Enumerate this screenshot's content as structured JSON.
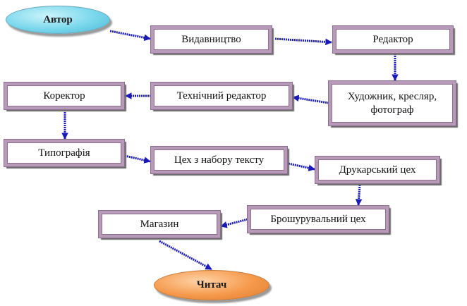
{
  "diagram": {
    "colors": {
      "arrow": "#1a1ab8",
      "box_border": "#b79ab7",
      "start_node": "#79d7ec",
      "end_node": "#f5994b"
    },
    "nodes": {
      "avtor": "Автор",
      "vydavnytstvo": "Видавництво",
      "redaktor": "Редактор",
      "khudozhnyk_line1": "Художник, кресляр,",
      "khudozhnyk_line2": "фотограф",
      "tekh_redaktor": "Технічний редактор",
      "korektor": "Коректор",
      "typohrafiia": "Типографія",
      "tsekh_naboru": "Цех з набору тексту",
      "drukarskyi": "Друкарський цех",
      "broshuruvalnyi": "Брошурувальний цех",
      "mahazyn": "Магазин",
      "chytach": "Читач"
    },
    "edges": [
      {
        "from": "avtor",
        "to": "vydavnytstvo"
      },
      {
        "from": "vydavnytstvo",
        "to": "redaktor"
      },
      {
        "from": "redaktor",
        "to": "khudozhnyk"
      },
      {
        "from": "khudozhnyk",
        "to": "tekh_redaktor"
      },
      {
        "from": "tekh_redaktor",
        "to": "korektor"
      },
      {
        "from": "korektor",
        "to": "typohrafiia"
      },
      {
        "from": "typohrafiia",
        "to": "tsekh_naboru"
      },
      {
        "from": "tsekh_naboru",
        "to": "drukarskyi"
      },
      {
        "from": "drukarskyi",
        "to": "broshuruvalnyi"
      },
      {
        "from": "broshuruvalnyi",
        "to": "mahazyn"
      },
      {
        "from": "mahazyn",
        "to": "chytach"
      }
    ]
  }
}
